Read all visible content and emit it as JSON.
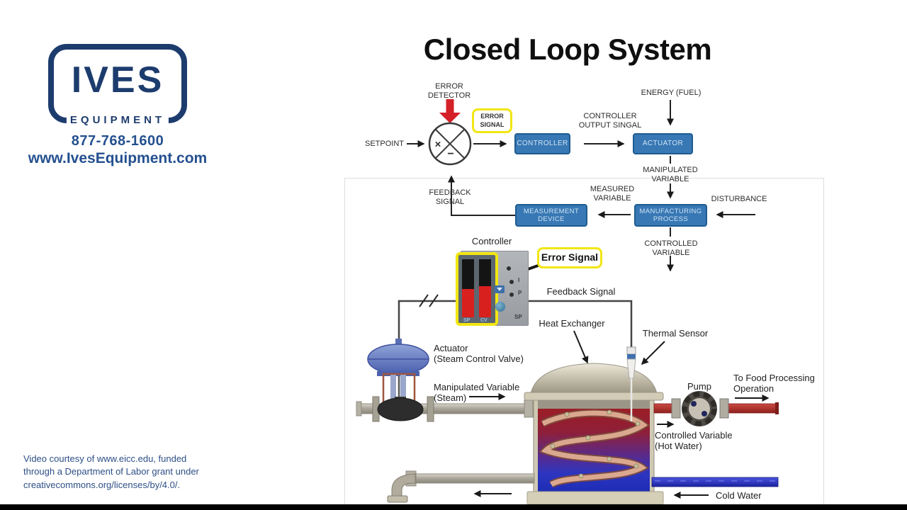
{
  "branding": {
    "logo_text": "IVES",
    "logo_subtext": "EQUIPMENT",
    "phone": "877-768-1600",
    "website": "www.IvesEquipment.com",
    "courtesy": "Video courtesy of www.eicc.edu, funded\nthrough a Department of Labor grant under\ncreativecommons.org/licenses/by/4.0/."
  },
  "title": "Closed Loop System",
  "block": {
    "error_detector": "ERROR\nDETECTOR",
    "setpoint": "SETPOINT",
    "junction_x": "×",
    "junction_minus": "−",
    "error_signal": "ERROR\nSIGNAL",
    "controller": "CONTROLLER",
    "controller_output": "CONTROLLER\nOUTPUT SINGAL",
    "energy": "ENERGY (FUEL)",
    "actuator": "ACTUATOR",
    "manipulated": "MANIPULATED\nVARIABLE",
    "feedback": "FEEDBACK\nSIGNAL",
    "measurement_device": "MEASUREMENT\nDEVICE",
    "measured": "MEASURED\nVARIABLE",
    "manufacturing": "MANUFACTURING\nPROCESS",
    "disturbance": "DISTURBANCE",
    "controlled": "CONTROLLED\nVARIABLE"
  },
  "proc": {
    "controller": "Controller",
    "sp": "SP",
    "cv": "CV",
    "i": "I",
    "p": "P",
    "panel_sp": "SP",
    "error_signal": "Error Signal",
    "feedback": "Feedback Signal",
    "heat_exchanger": "Heat Exchanger",
    "thermal_sensor": "Thermal Sensor",
    "actuator": "Actuator\n(Steam Control Valve)",
    "manipulated": "Manipulated Variable\n(Steam)",
    "pump": "Pump",
    "food": "To Food Processing\nOperation",
    "controlled": "Controlled Variable\n(Hot Water)",
    "cold_water": "Cold Water"
  },
  "colors": {
    "brand_navy": "#1d3c6e",
    "box_blue": "#3878b4",
    "highlight_yellow": "#f2e613",
    "arrow_red": "#d42027",
    "hot_pipe_red": "#b03430",
    "cold_pipe_blue": "#2f3fd0"
  }
}
